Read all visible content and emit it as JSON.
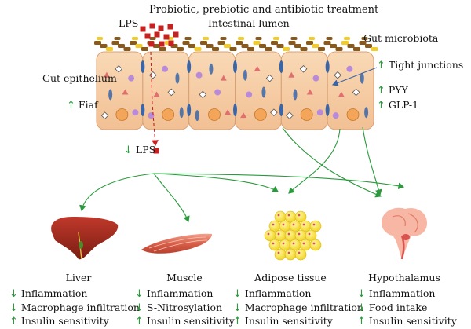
{
  "title": "Probiotic, prebiotic and antibiotic treatment",
  "labels": {
    "lps_top": "LPS",
    "lumen": "Intestinal lumen",
    "microbiota": "Gut microbiota",
    "epithelium": "Gut epithelium",
    "tight_junctions": "Tight junctions",
    "pyy": "PYY",
    "glp1": "GLP-1",
    "fiaf": "Fiaf",
    "lps_bottom": "LPS"
  },
  "arrows": {
    "up": "↑",
    "down": "↓"
  },
  "organs": [
    {
      "name": "Liver",
      "effects": [
        {
          "dir": "↓",
          "text": "Inflammation"
        },
        {
          "dir": "↓",
          "text": "Macrophage infiltration"
        },
        {
          "dir": "↑",
          "text": "Insulin sensitivity"
        }
      ]
    },
    {
      "name": "Muscle",
      "effects": [
        {
          "dir": "↓",
          "text": "Inflammation"
        },
        {
          "dir": "↓",
          "text": "S-Nitrosylation"
        },
        {
          "dir": "↑",
          "text": "Insulin sensitivity"
        }
      ]
    },
    {
      "name": "Adipose tissue",
      "effects": [
        {
          "dir": "↓",
          "text": "Inflammation"
        },
        {
          "dir": "↓",
          "text": "Macrophage infiltration"
        },
        {
          "dir": "↑",
          "text": "Insulin sensitivity"
        }
      ]
    },
    {
      "name": "Hypothalamus",
      "effects": [
        {
          "dir": "↓",
          "text": "Inflammation"
        },
        {
          "dir": "↓",
          "text": "Food intake"
        },
        {
          "dir": "↑",
          "text": "Insulin sensitivity"
        }
      ]
    }
  ],
  "colors": {
    "accent_green": "#2a9a3c",
    "lps_red": "#c62020",
    "epithelium_fill": "#f6cfa8",
    "cell_border": "#d9a074",
    "microbiota_brown": "#8a5a1c",
    "microbiota_yellow": "#f2cc2a",
    "nucleus_orange": "#f3a55a",
    "tight_junction_blue": "#3a66a8"
  }
}
